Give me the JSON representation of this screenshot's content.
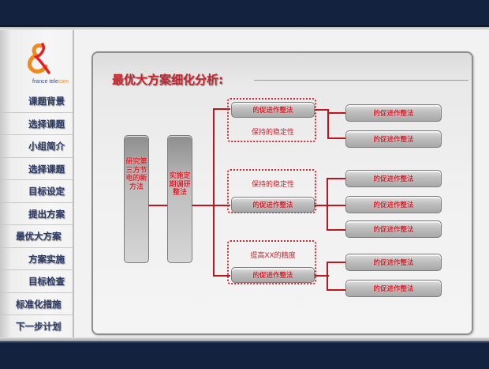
{
  "brand": {
    "logo_text_main": "france tele",
    "logo_text_tail": "com",
    "colors": {
      "navy": "#13233f",
      "red": "#c9232c",
      "orange": "#f08a1c",
      "blue": "#2d4c99"
    }
  },
  "sidebar": {
    "items": [
      {
        "label": "课题背景"
      },
      {
        "label": "选择课题"
      },
      {
        "label": "小组简介"
      },
      {
        "label": "选择课题"
      },
      {
        "label": "目标设定"
      },
      {
        "label": "提出方案"
      },
      {
        "label": "最优大方案"
      },
      {
        "label": "方案实施"
      },
      {
        "label": "目标检查"
      },
      {
        "label": "标准化措施"
      },
      {
        "label": "下一步计划"
      }
    ]
  },
  "main": {
    "title": "最优大方案细化分析:",
    "root": {
      "label": "研究第三方节电的新方法"
    },
    "level1": {
      "label": "实施定期调研整法"
    },
    "groups": [
      {
        "button": "的促进作整法",
        "note": "保持的稳定性",
        "leaves": [
          "的促进作整法",
          "的促进作整法"
        ]
      },
      {
        "button": "的促进作整法",
        "note": "保持的稳定性",
        "leaves": [
          "的促进作整法",
          "的促进作整法",
          "的促进作整法"
        ]
      },
      {
        "button": "的促进作整法",
        "note": "提高XX的精度",
        "leaves": [
          "的促进作整法",
          "的促进作整法"
        ]
      }
    ]
  }
}
